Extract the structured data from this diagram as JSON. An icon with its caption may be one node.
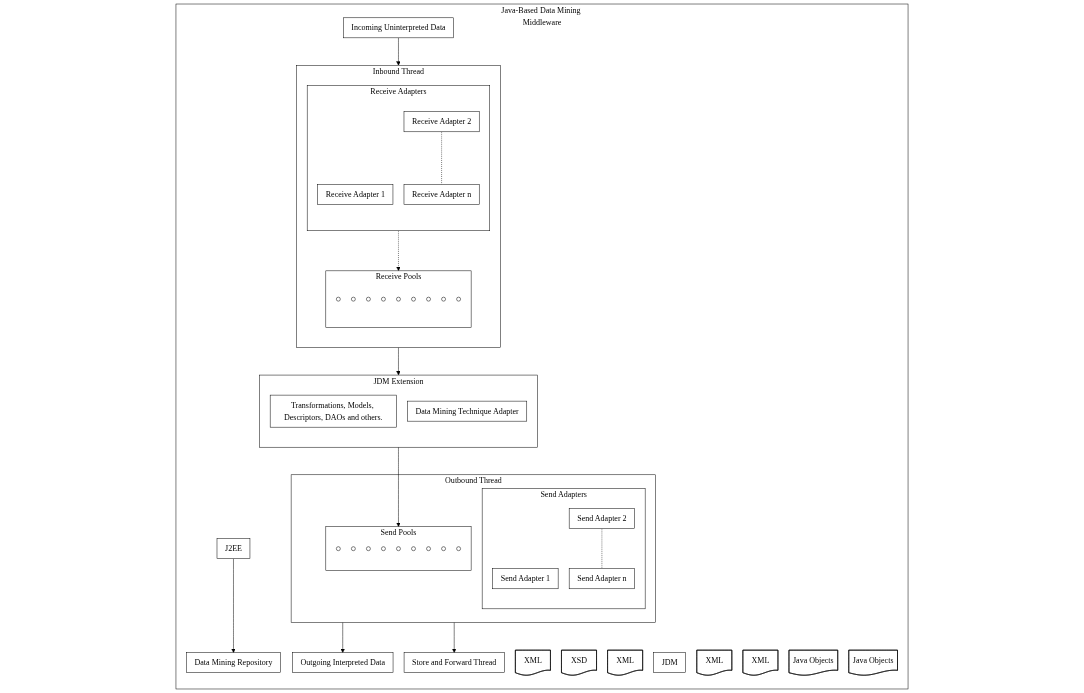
{
  "diagram": {
    "nodes": [
      {
        "text": [
          "Java-Based Data Mining Middleware"
        ]
      },
      {
        "text": [
          "Incoming Uninterpreted Data"
        ],
        "in": 0
      },
      {
        "text": [
          "XML"
        ],
        "in": 0
      },
      {
        "text": [
          "XSD"
        ],
        "in": 0
      },
      {
        "text": [
          "Inbound Thread"
        ],
        "in": 0
      },
      {
        "text": [
          "Receive Adapters"
        ],
        "in": 4
      },
      {
        "text": [
          "Receive Adapter 1"
        ],
        "in": 5
      },
      {
        "text": [
          "Receive Adapter 2"
        ],
        "in": 5
      },
      {
        "text": [
          "Receive Adapter n"
        ],
        "in": 5
      },
      {
        "text": [
          "Receive Pools"
        ],
        "in": 4
      },
      {
        "text": [],
        "shape": "circle",
        "in": 9
      },
      {
        "text": [],
        "shape": "circle",
        "in": 9
      },
      {
        "text": [],
        "shape": "circle",
        "in": 9
      },
      {
        "text": [],
        "shape": "circle",
        "in": 9
      },
      {
        "text": [],
        "shape": "circle",
        "in": 9
      },
      {
        "text": [],
        "shape": "circle",
        "in": 9
      },
      {
        "text": [],
        "shape": "circle",
        "in": 9
      },
      {
        "text": [],
        "shape": "circle",
        "in": 9
      },
      {
        "text": [],
        "shape": "circle",
        "in": 9
      },
      {
        "text": [
          "XML"
        ],
        "in": 0
      },
      {
        "text": [
          "JDM Extension"
        ],
        "in": 0
      },
      {
        "text": [
          "Transformations, Models, Descriptors, DAOs and others."
        ],
        "in": 20
      },
      {
        "text": [
          "Data Mining Technique Adapter"
        ],
        "in": 20
      },
      {
        "text": [
          "JDM"
        ],
        "in": 0
      },
      {
        "text": [
          "J2EE"
        ],
        "in": 0
      },
      {
        "text": [
          "XML"
        ],
        "in": 0
      },
      {
        "text": [
          "Outgoing Interpreted Data"
        ],
        "in": 0
      },
      {
        "text": [
          "XML"
        ],
        "in": 0
      },
      {
        "text": [
          "Outbound Thread"
        ],
        "in": 0
      },
      {
        "text": [
          "Send Adapters"
        ],
        "in": 28
      },
      {
        "text": [
          "Send Adapter 1"
        ],
        "in": 29
      },
      {
        "text": [
          "Send Adapter 2"
        ],
        "in": 29
      },
      {
        "text": [
          "Send Adapter n"
        ],
        "in": 29
      },
      {
        "text": [
          "Send Pools"
        ],
        "in": 28
      },
      {
        "text": [],
        "shape": "circle",
        "in": 33
      },
      {
        "text": [],
        "shape": "circle",
        "in": 33
      },
      {
        "text": [],
        "shape": "circle",
        "in": 33
      },
      {
        "text": [],
        "shape": "circle",
        "in": 33
      },
      {
        "text": [],
        "shape": "circle",
        "in": 33
      },
      {
        "text": [],
        "shape": "circle",
        "in": 33
      },
      {
        "text": [],
        "shape": "circle",
        "in": 33
      },
      {
        "text": [],
        "shape": "circle",
        "in": 33
      },
      {
        "text": [],
        "shape": "circle",
        "in": 33
      },
      {
        "text": [
          "Java Objects"
        ],
        "in": 0
      },
      {
        "text": [
          "Store and Forward Thread"
        ],
        "in": 0
      },
      {
        "text": [
          "Java Objects"
        ],
        "in": 0
      },
      {
        "text": [
          "Data Mining Repository"
        ],
        "in": 0
      }
    ],
    "edges": [
      {
        "from": 1,
        "to": 4,
        "arrow": "to"
      },
      {
        "from": 5,
        "to": 9,
        "arrow": "to",
        "style": "dashed"
      },
      {
        "from": 7,
        "to": 8,
        "arrow": "none",
        "style": "dashed"
      },
      {
        "from": 4,
        "to": 20,
        "arrow": "to"
      },
      {
        "from": 20,
        "to": 33,
        "arrow": "to"
      },
      {
        "from": 28,
        "to": 26,
        "arrow": "to"
      },
      {
        "from": 28,
        "to": 44,
        "arrow": "to"
      },
      {
        "from": 31,
        "to": 32,
        "arrow": "none",
        "style": "dashed"
      },
      {
        "from": 24,
        "to": 46,
        "arrow": "to"
      }
    ]
  }
}
